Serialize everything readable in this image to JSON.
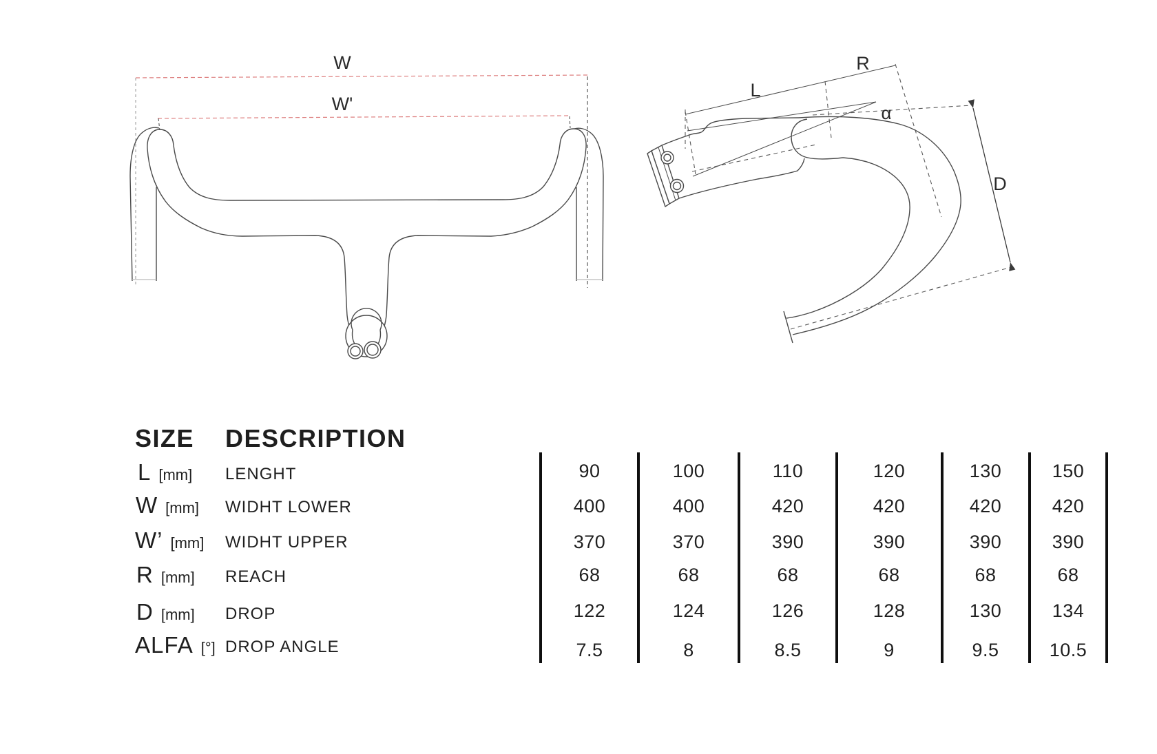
{
  "front": {
    "w_label": "W",
    "w_prime_label": "W'"
  },
  "side": {
    "l_label": "L",
    "r_label": "R",
    "alpha_label": "α",
    "d_label": "D"
  },
  "colors": {
    "dimension_red": "#dd7e7e",
    "guide_gray_light": "#bdbdbd",
    "guide_gray_dark": "#6e6e6e",
    "line_art": "#4a4a4a",
    "table_ink": "#0f0f0f"
  },
  "table": {
    "header": {
      "size": "SIZE",
      "description": "DESCRIPTION"
    },
    "rows": [
      {
        "sym": "L",
        "unit": "[mm]",
        "desc": "LENGHT",
        "values": [
          "90",
          "100",
          "110",
          "120",
          "130",
          "150"
        ]
      },
      {
        "sym": "W",
        "unit": "[mm]",
        "desc": "WIDHT LOWER",
        "values": [
          "400",
          "400",
          "420",
          "420",
          "420",
          "420"
        ]
      },
      {
        "sym": "W’",
        "unit": "[mm]",
        "desc": "WIDHT UPPER",
        "values": [
          "370",
          "370",
          "390",
          "390",
          "390",
          "390"
        ]
      },
      {
        "sym": "R",
        "unit": "[mm]",
        "desc": "REACH",
        "values": [
          "68",
          "68",
          "68",
          "68",
          "68",
          "68"
        ]
      },
      {
        "sym": "D",
        "unit": "[mm]",
        "desc": "DROP",
        "values": [
          "122",
          "124",
          "126",
          "128",
          "130",
          "134"
        ]
      },
      {
        "sym": "ALFA",
        "unit": "[°]",
        "desc": "DROP ANGLE",
        "values": [
          "7.5",
          "8",
          "8.5",
          "9",
          "9.5",
          "10.5"
        ]
      }
    ]
  }
}
